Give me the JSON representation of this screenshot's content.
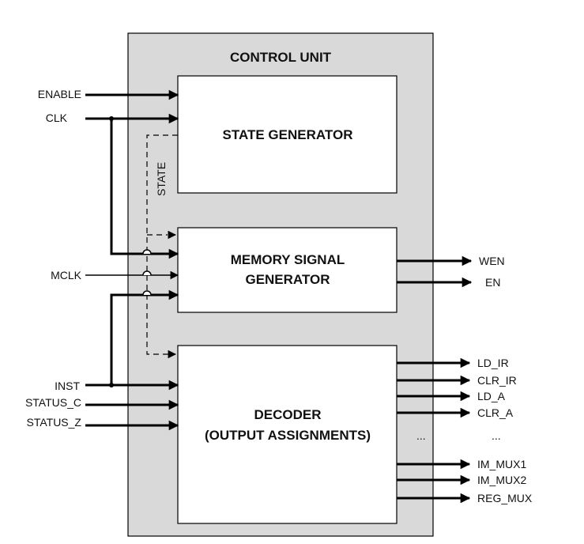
{
  "title": "CONTROL UNIT",
  "blocks": {
    "state_generator": "STATE GENERATOR",
    "memory_signal_generator": [
      "MEMORY SIGNAL",
      "GENERATOR"
    ],
    "decoder": [
      "DECODER",
      "(OUTPUT ASSIGNMENTS)"
    ]
  },
  "state_label": "STATE",
  "inputs": {
    "enable": "ENABLE",
    "clk": "CLK",
    "mclk": "MCLK",
    "inst": "INST",
    "status_c": "STATUS_C",
    "status_z": "STATUS_Z"
  },
  "memory_outputs": [
    "WEN",
    "EN"
  ],
  "decoder_outputs": [
    "LD_IR",
    "CLR_IR",
    "LD_A",
    "CLR_A",
    "IM_MUX1",
    "IM_MUX2",
    "REG_MUX"
  ],
  "ellipsis": "...",
  "colors": {
    "control_unit_fill": "#d9d9d9",
    "block_fill": "#ffffff",
    "line": "#000000"
  }
}
